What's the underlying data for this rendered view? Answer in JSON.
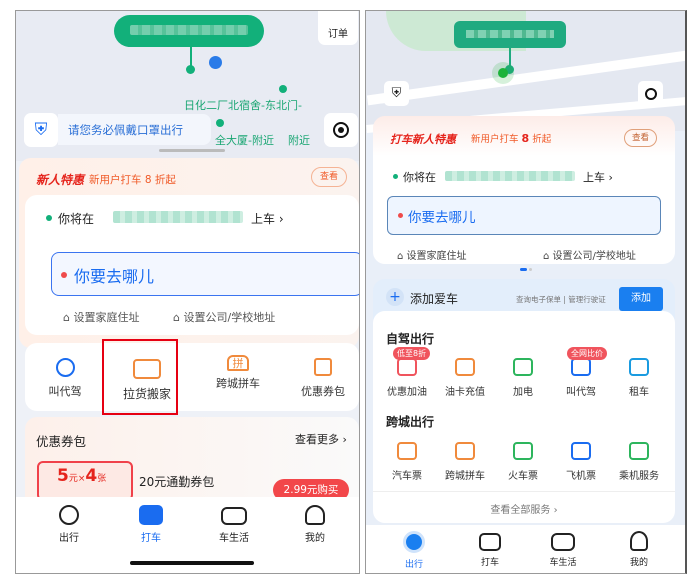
{
  "left": {
    "order_label": "订单",
    "notice": "请您务必佩戴口罩出行",
    "map_labels": [
      "日化二厂北宿舍-东北门-",
      "全大厦-附近",
      "附近"
    ],
    "promo": {
      "title": "新人特惠",
      "text": "新用户打车 8 折起",
      "button": "查看"
    },
    "pickup": {
      "prefix": "你将在",
      "suffix": "上车 ›"
    },
    "destination_placeholder": "你要去哪儿",
    "shortcuts": [
      "设置家庭住址",
      "设置公司/学校地址"
    ],
    "services": [
      {
        "label": "叫代驾",
        "icon": "steering-wheel-icon"
      },
      {
        "label": "拉货搬家",
        "icon": "truck-icon"
      },
      {
        "label": "跨城拼车",
        "icon": "carpool-icon"
      },
      {
        "label": "优惠券包",
        "icon": "coupon-icon"
      }
    ],
    "coupon_section": {
      "title": "优惠券包",
      "more": "查看更多 ›",
      "ticket_amount": "5",
      "ticket_unit": "元",
      "ticket_x": "×",
      "ticket_count": "4",
      "ticket_count_unit": "张",
      "name": "20元通勤券包",
      "buy": "2.99元购买"
    },
    "tabs": [
      {
        "label": "出行"
      },
      {
        "label": "打车",
        "active": true
      },
      {
        "label": "车生活"
      },
      {
        "label": "我的"
      }
    ],
    "accent": "#1a6cf0",
    "highlight": "#e60012"
  },
  "right": {
    "promo": {
      "title": "打车新人特惠",
      "text": "新用户打车",
      "discount": "8",
      "text2": "折起",
      "button": "查看"
    },
    "pickup": {
      "prefix": "你将在",
      "suffix": "上车 ›"
    },
    "destination_placeholder": "你要去哪儿",
    "shortcuts": [
      "设置家庭住址",
      "设置公司/学校地址"
    ],
    "add_car": {
      "label": "添加爱车",
      "links": "查询电子保单 | 管理行驶证",
      "button": "添加"
    },
    "self_drive": {
      "title": "自驾出行",
      "items": [
        {
          "label": "优惠加油",
          "badge": "低至8折",
          "icon": "gas-icon",
          "color": "#f0545d"
        },
        {
          "label": "油卡充值",
          "icon": "card-icon",
          "color": "#f08a3c"
        },
        {
          "label": "加电",
          "icon": "charger-icon",
          "color": "#2db55d"
        },
        {
          "label": "叫代驾",
          "badge": "全网比价",
          "icon": "steering-wheel-icon",
          "color": "#1a6cf0"
        },
        {
          "label": "租车",
          "icon": "rent-car-icon",
          "color": "#1a9be0"
        }
      ]
    },
    "intercity": {
      "title": "跨城出行",
      "items": [
        {
          "label": "汽车票",
          "icon": "bus-icon",
          "color": "#f08a3c"
        },
        {
          "label": "跨城拼车",
          "icon": "carpool-icon",
          "color": "#f08a3c"
        },
        {
          "label": "火车票",
          "icon": "train-icon",
          "color": "#2db55d"
        },
        {
          "label": "飞机票",
          "icon": "plane-icon",
          "color": "#1a6cf0"
        },
        {
          "label": "乘机服务",
          "icon": "service-icon",
          "color": "#2db55d"
        }
      ]
    },
    "view_all": "查看全部服务 ›",
    "tabs": [
      {
        "label": "出行",
        "active": true
      },
      {
        "label": "打车"
      },
      {
        "label": "车生活"
      },
      {
        "label": "我的"
      }
    ]
  }
}
